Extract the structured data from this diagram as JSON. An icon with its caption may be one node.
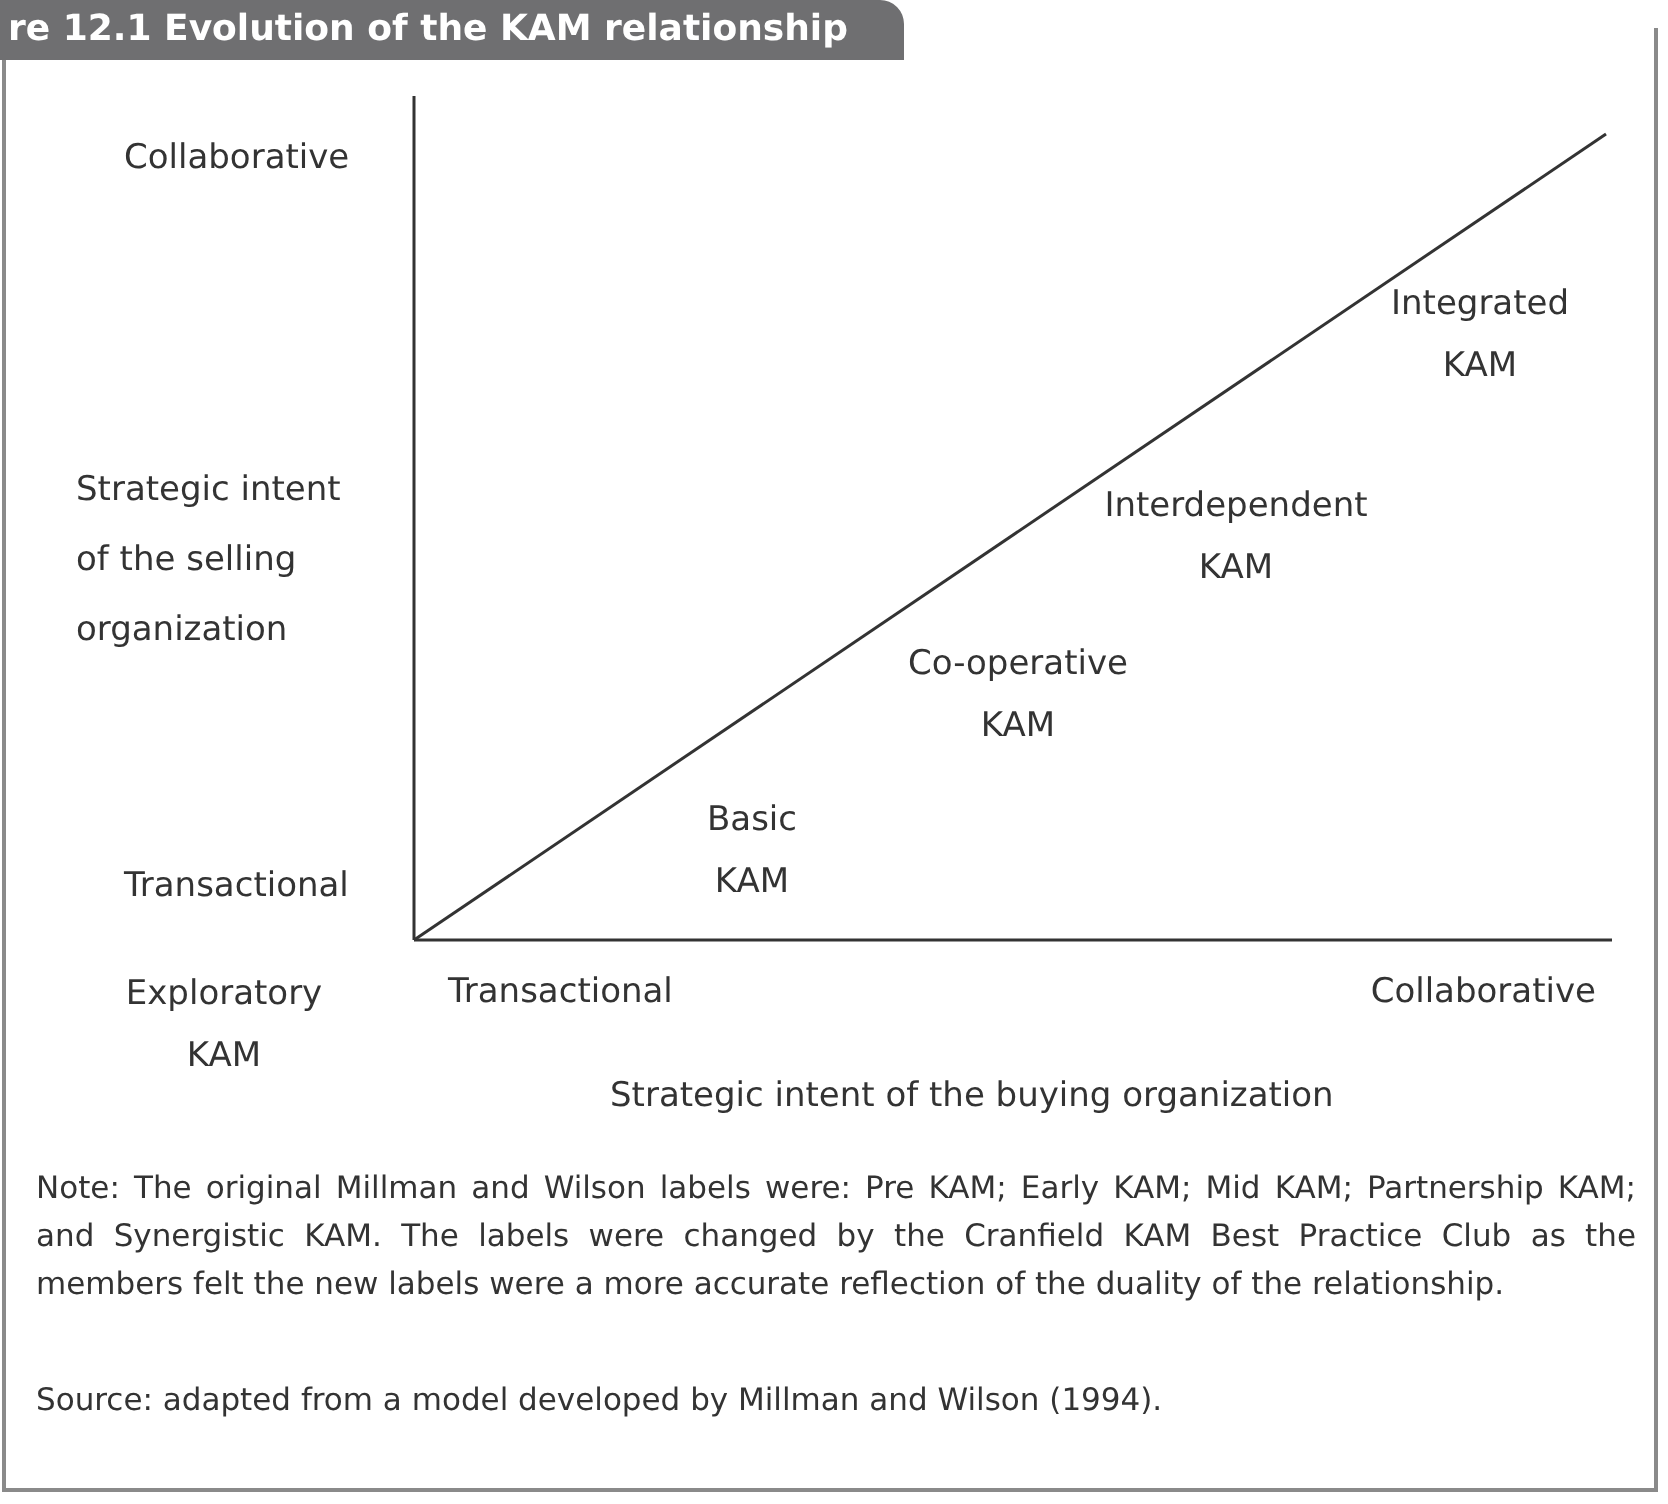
{
  "diagram": {
    "title": "re 12.1 Evolution of the KAM relationship",
    "labels": [
      "Collaborative",
      "Integrated KAM",
      "Strategic intent of the selling organization",
      "Interdependent KAM",
      "Co-operative KAM",
      "Basic KAM",
      "Transactional",
      "Exploratory KAM",
      "Transactional",
      "Collaborative",
      "Strategic intent of the buying organization",
      "Note: The original Millman and Wilson labels were: Pre KAM; Early KAM; Mid KAM; Partnership KAM; and Synergistic KAM. The labels were changed by the Cranfield KAM Best Practice Club as the members felt the new labels were a more accurate reflection of the duality of the relationship.",
      "Source: adapted from a model developed by Millman and Wilson (1994)."
    ]
  }
}
